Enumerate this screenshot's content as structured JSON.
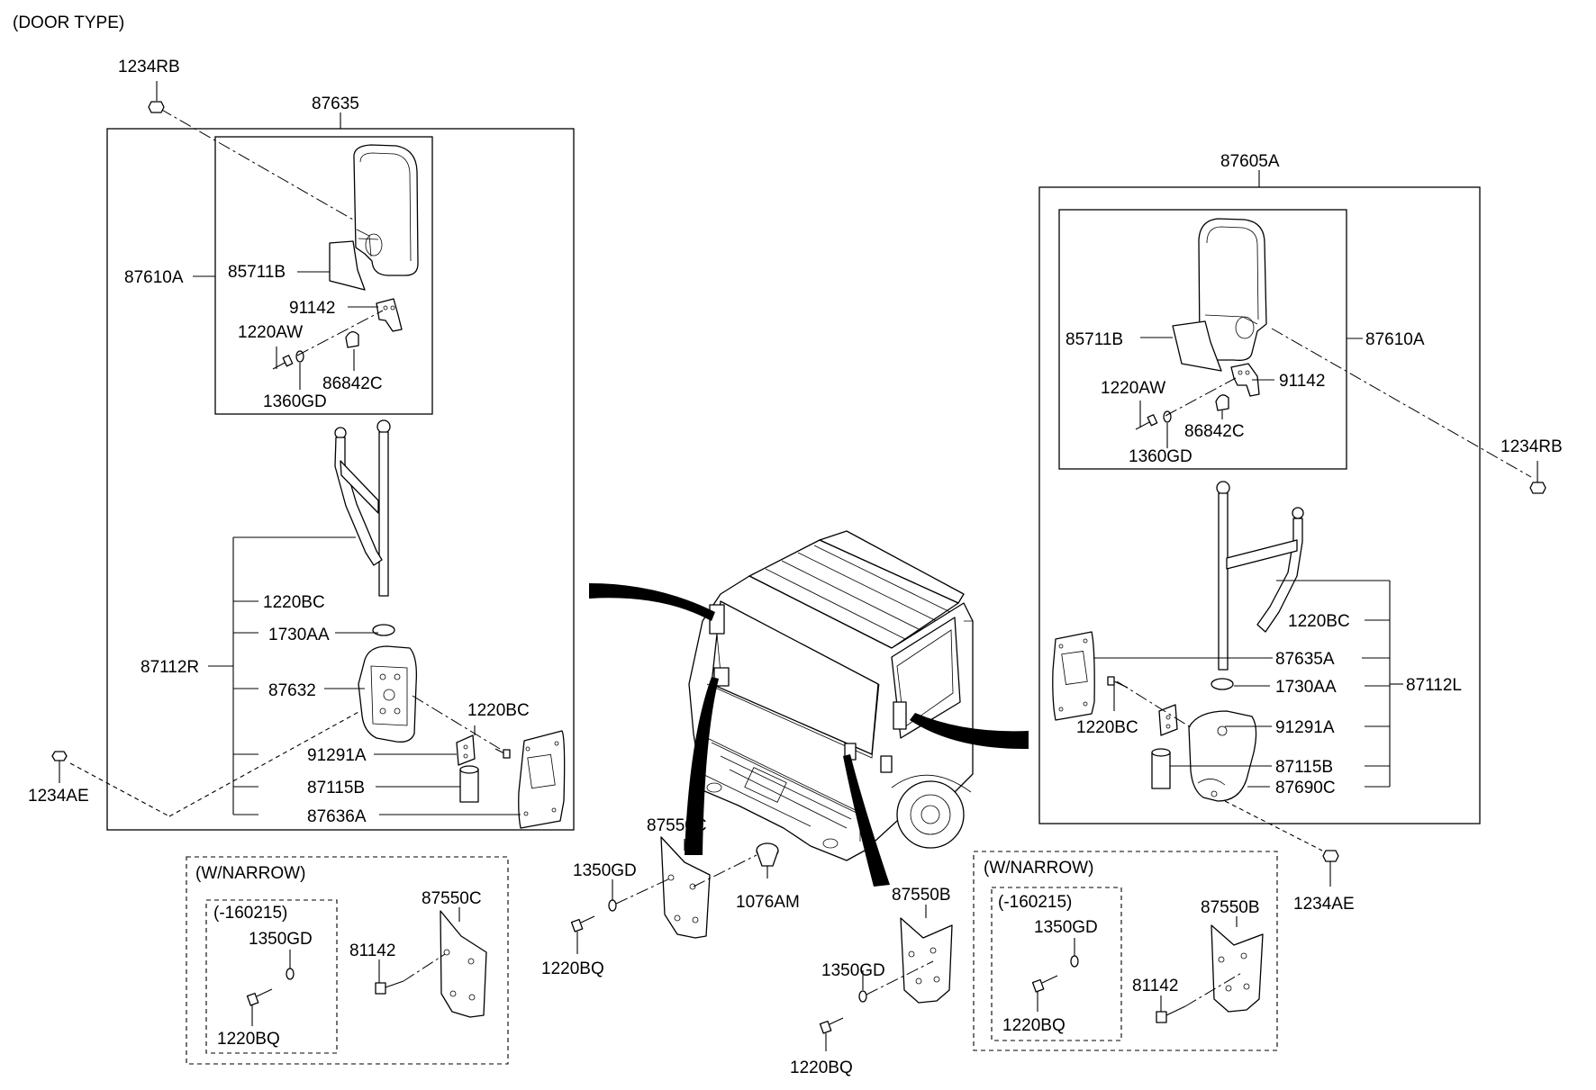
{
  "header": {
    "title": "(DOOR TYPE)"
  },
  "labels": {
    "l1234RB_a": "1234RB",
    "l87635": "87635",
    "l87610A_a": "87610A",
    "l85711B_a": "85711B",
    "l91142_a": "91142",
    "l1220AW_a": "1220AW",
    "l86842C_a": "86842C",
    "l1360GD_a": "1360GD",
    "l1220BC_a": "1220BC",
    "l1730AA_a": "1730AA",
    "l87112R": "87112R",
    "l87632": "87632",
    "l1220BC_b": "1220BC",
    "l91291A_a": "91291A",
    "l87115B_a": "87115B",
    "l87636A": "87636A",
    "l1234AE_a": "1234AE",
    "l87605A": "87605A",
    "l85711B_b": "85711B",
    "l87610A_b": "87610A",
    "l1220AW_b": "1220AW",
    "l91142_b": "91142",
    "l86842C_b": "86842C",
    "l1360GD_b": "1360GD",
    "l1234RB_b": "1234RB",
    "l1220BC_c": "1220BC",
    "l87635A": "87635A",
    "l1730AA_b": "1730AA",
    "l87112L": "87112L",
    "l1220BC_d": "1220BC",
    "l91291A_b": "91291A",
    "l87115B_b": "87115B",
    "l87690C": "87690C",
    "l1234AE_b": "1234AE",
    "l87550C_a": "87550C",
    "l1350GD_a": "1350GD",
    "l1076AM": "1076AM",
    "l1220BQ_a": "1220BQ",
    "l87550B_a": "87550B",
    "l1350GD_b": "1350GD",
    "l1220BQ_b": "1220BQ",
    "wnarrow_a": "(W/NARROW)",
    "range_a": "(-160215)",
    "l1350GD_c": "1350GD",
    "l87550C_b": "87550C",
    "l81142_a": "81142",
    "l1220BQ_c": "1220BQ",
    "wnarrow_b": "(W/NARROW)",
    "range_b": "(-160215)",
    "l1350GD_d": "1350GD",
    "l87550B_b": "87550B",
    "l81142_b": "81142",
    "l1220BQ_d": "1220BQ"
  }
}
